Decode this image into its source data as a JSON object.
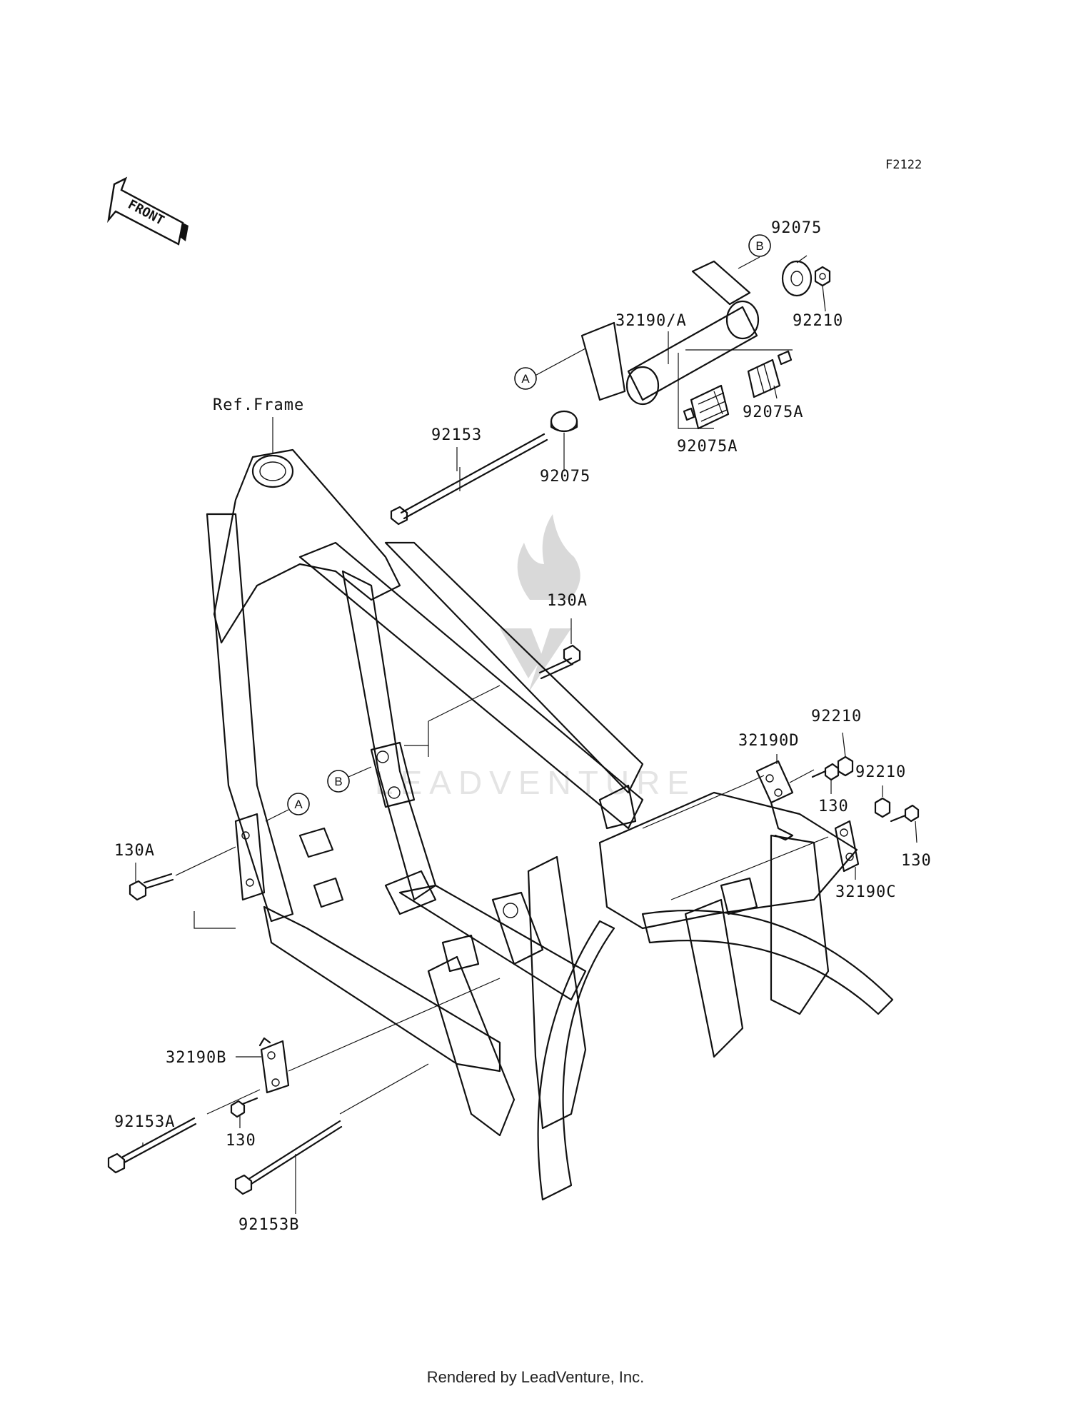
{
  "diagram_code": "F2122",
  "front_arrow_text": "FRONT",
  "watermark": "LEADVENTURE",
  "footer": "Rendered by LeadVenture, Inc.",
  "labels": {
    "ref_frame": "Ref.Frame",
    "p92075_top": "92075",
    "p92210_top": "92210",
    "p32190A": "32190/A",
    "p92075A_right": "92075A",
    "p92075A_mid": "92075A",
    "p92075_low": "92075",
    "p92153": "92153",
    "p130A_top": "130A",
    "p92210_mid": "92210",
    "p32190D": "32190D",
    "p130_mid": "130",
    "p92210_right": "92210",
    "p130_right": "130",
    "p32190C": "32190C",
    "p130A_left": "130A",
    "p32190B": "32190B",
    "p92153A": "92153A",
    "p130_bottom": "130",
    "p92153B": "92153B"
  },
  "callouts": {
    "b_top": "B",
    "a_top": "A",
    "b_frame": "B",
    "a_frame": "A"
  }
}
